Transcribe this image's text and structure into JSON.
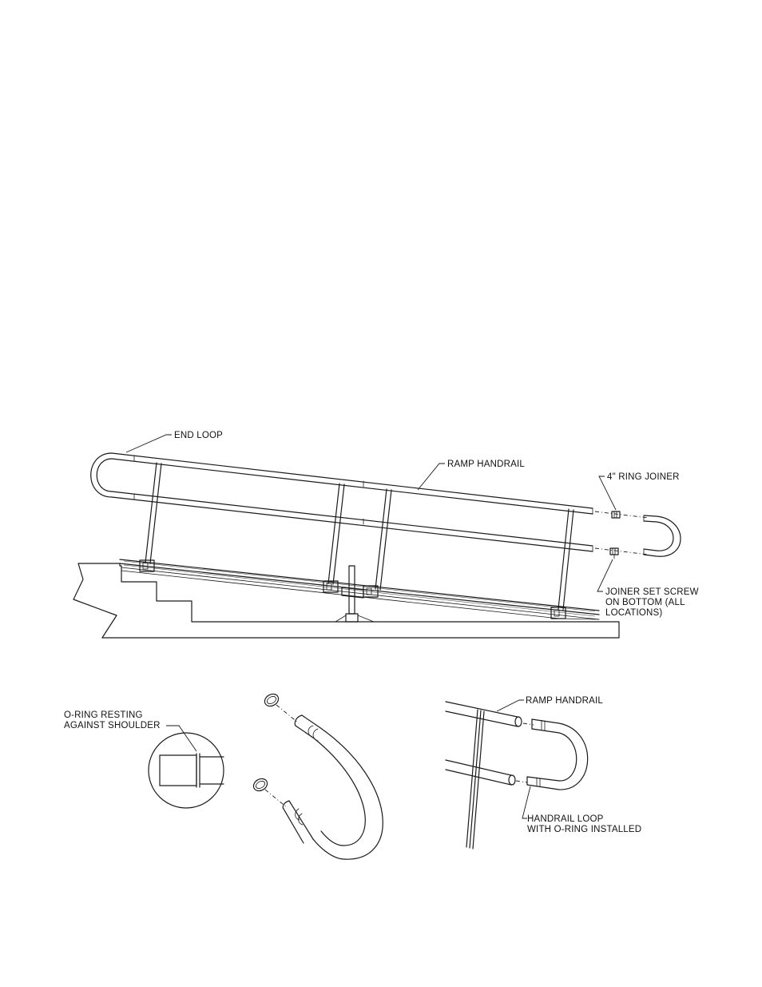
{
  "labels": {
    "end_loop": "END LOOP",
    "ramp_handrail_main": "RAMP HANDRAIL",
    "ring_joiner": "4\" RING JOINER",
    "joiner_set_screw_1": "JOINER SET SCREW",
    "joiner_set_screw_2": "ON BOTTOM (ALL",
    "joiner_set_screw_3": "LOCATIONS)",
    "oring_resting_1": "O-RING RESTING",
    "oring_resting_2": "AGAINST SHOULDER",
    "ramp_handrail_detail": "RAMP HANDRAIL",
    "handrail_loop_1": "HANDRAIL LOOP",
    "handrail_loop_2": "WITH O-RING INSTALLED"
  }
}
